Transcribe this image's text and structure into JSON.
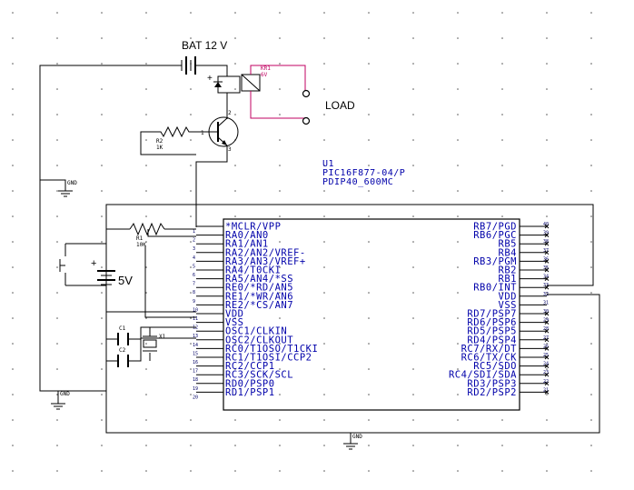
{
  "labels": {
    "battery": "BAT 12 V",
    "load": "LOAD",
    "supply": "5V",
    "plus_supply": "+",
    "plus_battery": "+"
  },
  "u1": {
    "ref": "U1",
    "part": "PIC16F877-04/P",
    "package": "PDIP40_600MC"
  },
  "resistor_r1": {
    "ref": "R1",
    "value": "10K"
  },
  "resistor_r2": {
    "ref": "R2",
    "value": "1K"
  },
  "relay": {
    "ref": "KR1",
    "value": "6V"
  },
  "crystal": {
    "ref": "X1"
  },
  "capacitors": [
    {
      "ref": "C1"
    },
    {
      "ref": "C2"
    }
  ],
  "gnd_labels": [
    "GND",
    "GND",
    "GND"
  ],
  "transistor_pins": [
    "1",
    "2",
    "3"
  ],
  "left_pins": [
    {
      "num": "1",
      "name": "*MCLR/VPP"
    },
    {
      "num": "2",
      "name": "RA0/AN0"
    },
    {
      "num": "3",
      "name": "RA1/AN1"
    },
    {
      "num": "4",
      "name": "RA2/AN2/VREF-"
    },
    {
      "num": "5",
      "name": "RA3/AN3/VREF+"
    },
    {
      "num": "6",
      "name": "RA4/T0CKI"
    },
    {
      "num": "7",
      "name": "RA5/AN4/*SS"
    },
    {
      "num": "8",
      "name": "RE0/*RD/AN5"
    },
    {
      "num": "9",
      "name": "RE1/*WR/AN6"
    },
    {
      "num": "10",
      "name": "RE2/*CS/AN7"
    },
    {
      "num": "11",
      "name": "VDD"
    },
    {
      "num": "12",
      "name": "VSS"
    },
    {
      "num": "13",
      "name": "OSC1/CLKIN"
    },
    {
      "num": "14",
      "name": "OSC2/CLKOUT"
    },
    {
      "num": "15",
      "name": "RC0/T1OSO/T1CKI"
    },
    {
      "num": "16",
      "name": "RC1/T1OSI/CCP2"
    },
    {
      "num": "17",
      "name": "RC2/CCP1"
    },
    {
      "num": "18",
      "name": "RC3/SCK/SCL"
    },
    {
      "num": "19",
      "name": "RD0/PSP0"
    },
    {
      "num": "20",
      "name": "RD1/PSP1"
    }
  ],
  "right_pins": [
    {
      "num": "40",
      "name": "RB7/PGD"
    },
    {
      "num": "39",
      "name": "RB6/PGC"
    },
    {
      "num": "38",
      "name": "RB5"
    },
    {
      "num": "37",
      "name": "RB4"
    },
    {
      "num": "36",
      "name": "RB3/PGM"
    },
    {
      "num": "35",
      "name": "RB2"
    },
    {
      "num": "34",
      "name": "RB1"
    },
    {
      "num": "33",
      "name": "RB0/INT"
    },
    {
      "num": "32",
      "name": "VDD"
    },
    {
      "num": "31",
      "name": "VSS"
    },
    {
      "num": "30",
      "name": "RD7/PSP7"
    },
    {
      "num": "29",
      "name": "RD6/PSP6"
    },
    {
      "num": "28",
      "name": "RD5/PSP5"
    },
    {
      "num": "27",
      "name": "RD4/PSP4"
    },
    {
      "num": "26",
      "name": "RC7/RX/DT"
    },
    {
      "num": "25",
      "name": "RC6/TX/CK"
    },
    {
      "num": "24",
      "name": "RC5/SDO"
    },
    {
      "num": "23",
      "name": "RC4/SDI/SDA"
    },
    {
      "num": "22",
      "name": "RD3/PSP3"
    },
    {
      "num": "21",
      "name": "RD2/PSP2"
    }
  ]
}
